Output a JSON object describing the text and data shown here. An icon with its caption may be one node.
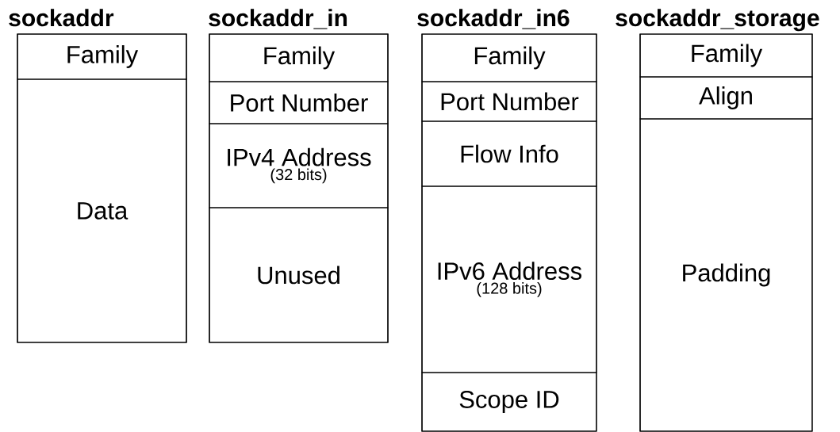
{
  "diagram": {
    "nodes": [
      {
        "text": [
          "sockaddr"
        ]
      },
      {
        "text": [
          "Family"
        ],
        "in": 0
      },
      {
        "text": [
          "Data"
        ],
        "in": 0
      },
      {
        "text": [
          "sockaddr_in"
        ]
      },
      {
        "text": [
          "Family"
        ],
        "in": 3
      },
      {
        "text": [
          "Port Number"
        ],
        "in": 3
      },
      {
        "text": [
          "IPv4 Address",
          "(32 bits)"
        ],
        "in": 3
      },
      {
        "text": [
          "Unused"
        ],
        "in": 3
      },
      {
        "text": [
          "sockaddr_in6"
        ]
      },
      {
        "text": [
          "Family"
        ],
        "in": 8
      },
      {
        "text": [
          "Port Number"
        ],
        "in": 8
      },
      {
        "text": [
          "Flow Info"
        ],
        "in": 8
      },
      {
        "text": [
          "IPv6 Address",
          "(128 bits)"
        ],
        "in": 8
      },
      {
        "text": [
          "Scope ID"
        ],
        "in": 8
      },
      {
        "text": [
          "sockaddr_storage"
        ]
      },
      {
        "text": [
          "Family"
        ],
        "in": 14
      },
      {
        "text": [
          "Align"
        ],
        "in": 14
      },
      {
        "text": [
          "Padding"
        ],
        "in": 14
      }
    ]
  }
}
